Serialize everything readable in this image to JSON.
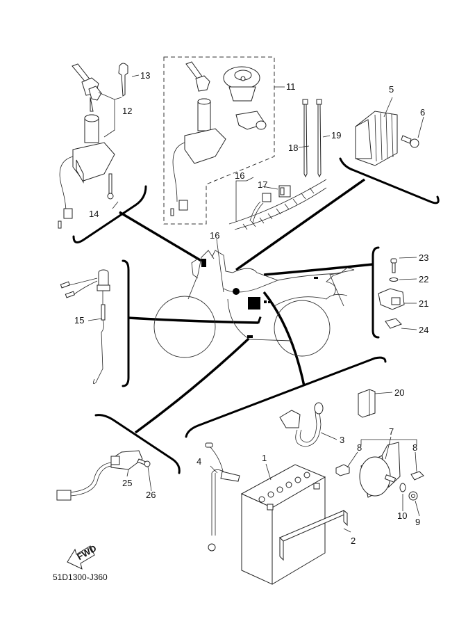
{
  "diagram": {
    "title": "Electrical parts exploded view",
    "drawing_code": "51D1300-J360",
    "fwd_label": "FWD",
    "callouts": {
      "c1": "1",
      "c2": "2",
      "c3": "3",
      "c4": "4",
      "c5": "5",
      "c6": "6",
      "c7": "7",
      "c8a": "8",
      "c8b": "8",
      "c9": "9",
      "c10": "10",
      "c11": "11",
      "c12": "12",
      "c13": "13",
      "c14": "14",
      "c15": "15",
      "c16a": "16",
      "c16b": "16",
      "c17": "17",
      "c18": "18",
      "c19": "19",
      "c20": "20",
      "c21": "21",
      "c22": "22",
      "c23": "23",
      "c24": "24",
      "c25": "25",
      "c26": "26"
    },
    "parts": [
      {
        "ref": "1",
        "name": "battery"
      },
      {
        "ref": "2",
        "name": "battery-band"
      },
      {
        "ref": "3",
        "name": "positive-battery-cable"
      },
      {
        "ref": "4",
        "name": "negative-battery-cable"
      },
      {
        "ref": "5",
        "name": "rectifier-regulator"
      },
      {
        "ref": "6",
        "name": "bolt"
      },
      {
        "ref": "7",
        "name": "starter-relay"
      },
      {
        "ref": "8",
        "name": "fuse"
      },
      {
        "ref": "9",
        "name": "nut"
      },
      {
        "ref": "10",
        "name": "washer"
      },
      {
        "ref": "11",
        "name": "lock-set"
      },
      {
        "ref": "12",
        "name": "main-switch"
      },
      {
        "ref": "13",
        "name": "blank-key"
      },
      {
        "ref": "14",
        "name": "bolt"
      },
      {
        "ref": "15",
        "name": "rear-brake-switch"
      },
      {
        "ref": "16",
        "name": "wire-harness"
      },
      {
        "ref": "17",
        "name": "relay"
      },
      {
        "ref": "18",
        "name": "cable-tie"
      },
      {
        "ref": "19",
        "name": "cable-tie"
      },
      {
        "ref": "20",
        "name": "relay"
      },
      {
        "ref": "21",
        "name": "flasher-relay"
      },
      {
        "ref": "22",
        "name": "washer"
      },
      {
        "ref": "23",
        "name": "screw"
      },
      {
        "ref": "24",
        "name": "nut"
      },
      {
        "ref": "25",
        "name": "neutral-switch"
      },
      {
        "ref": "26",
        "name": "screw"
      }
    ]
  }
}
